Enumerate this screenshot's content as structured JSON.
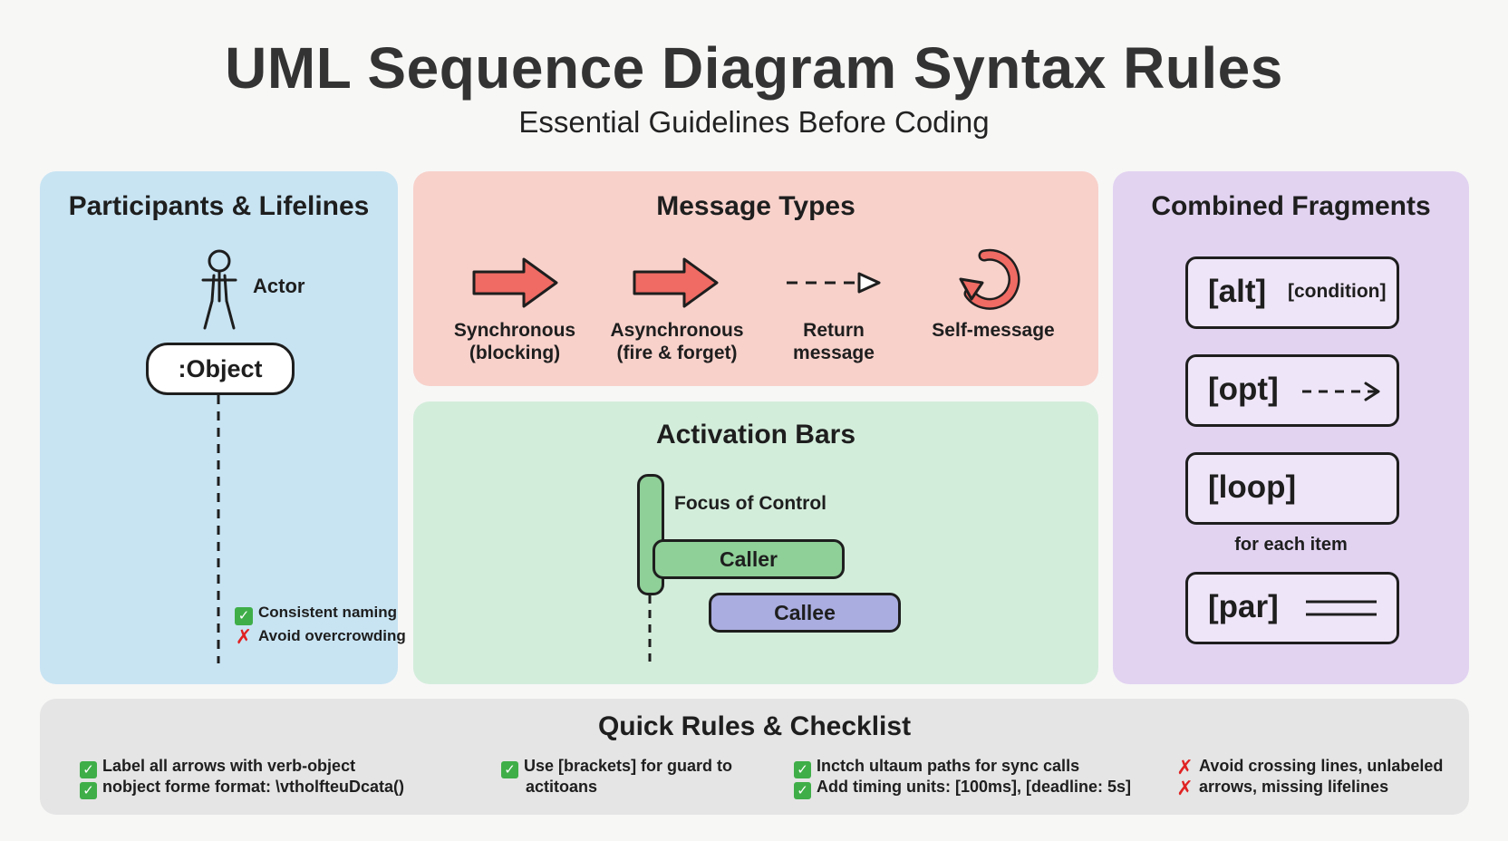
{
  "header": {
    "title": "UML Sequence Diagram Syntax Rules",
    "subtitle": "Essential Guidelines Before Coding"
  },
  "participants": {
    "title": "Participants & Lifelines",
    "actor_label": "Actor",
    "object_label": ":Object",
    "good_practice": "Consistent naming",
    "bad_practice": "Avoid overcrowding"
  },
  "messages": {
    "title": "Message Types",
    "items": [
      {
        "line1": "Synchronous",
        "line2": "(blocking)"
      },
      {
        "line1": "Asynchronous",
        "line2": "(fire & forget)"
      },
      {
        "line1": "Return",
        "line2": "message"
      },
      {
        "line1": "Self-message",
        "line2": ""
      }
    ]
  },
  "activation": {
    "title": "Activation Bars",
    "focus_label": "Focus of Control",
    "caller": "Caller",
    "callee": "Callee"
  },
  "fragments": {
    "title": "Combined Fragments",
    "alt": "[alt]",
    "alt_condition": "[condition]",
    "opt": "[opt]",
    "loop": "[loop]",
    "loop_note": "for each item",
    "par": "[par]"
  },
  "checklist": {
    "title": "Quick Rules & Checklist",
    "col1": [
      "Label all arrows with verb-object",
      "nobject forme  format: \\vtholfteuDcata()"
    ],
    "col2_line1": "Use [brackets] for guard to",
    "col2_line2": "actitoans",
    "col3": [
      "Inctch ultaum paths for sync calls",
      "Add timing units: [100ms], [deadline: 5s]"
    ],
    "col4_line1": "Avoid crossing lines, unlabeled",
    "col4_line2": "arrows, missing lifelines"
  },
  "colors": {
    "participants_bg": "#c8e4f3",
    "messages_bg": "#f8d1cb",
    "activation_bg": "#d3eddb",
    "fragments_bg": "#e2d3f1",
    "checklist_bg": "#e5e5e5",
    "arrow_red": "#ef6b63",
    "caller_green": "#8fcf98",
    "callee_purple": "#a9addf",
    "check_green": "#3fae48",
    "cross_red": "#e02222"
  },
  "icons": [
    "stick-figure-icon",
    "solid-arrow-icon",
    "dashed-arrow-icon",
    "self-loop-icon",
    "checkmark-icon",
    "cross-icon"
  ]
}
